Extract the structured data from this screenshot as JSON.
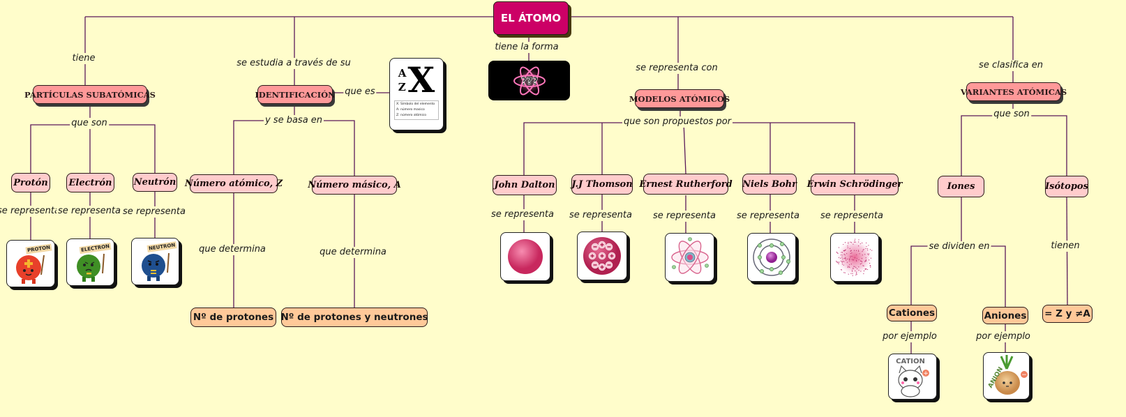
{
  "root": {
    "title": "EL ÁTOMO"
  },
  "link_labels": {
    "tiene": "tiene",
    "se_estudia": "se estudia a través de su",
    "tiene_la_forma": "tiene la forma",
    "se_representa_con": "se representa con",
    "se_clasifica_en": "se clasifica en",
    "que_son_particulas": "que son",
    "que_es": "que es",
    "y_se_basa_en": "y se basa en",
    "que_son_propuestos_por": "que son propuestos por",
    "que_son_variantes": "que son",
    "se_representa": "se representa",
    "que_determina": "que determina",
    "se_dividen_en": "se  dividen en",
    "tienen": "tienen",
    "por_ejemplo": "por ejemplo"
  },
  "atom_form_image": {
    "icon": "glowing-atom-icon",
    "text": "???"
  },
  "particles": {
    "title": "PARTÍCULAS SUBATÓMICAS",
    "items": [
      {
        "label": "Protón",
        "sticker": "PROTON",
        "icon": "proton-mascot-icon",
        "color": "#e8402a",
        "sign": "+"
      },
      {
        "label": "Electrón",
        "sticker": "ELECTRON",
        "icon": "electron-mascot-icon",
        "color": "#3f8f25",
        "sign": "−"
      },
      {
        "label": "Neutrón",
        "sticker": "NEUTRON",
        "icon": "neutron-mascot-icon",
        "color": "#1f4f8f",
        "sign": "="
      }
    ]
  },
  "identification": {
    "title": "IDENTIFICACIÓN",
    "notation": {
      "A": "A",
      "Z": "Z",
      "X": "X",
      "legend": [
        "X: Símbolo del elemento",
        "A: número masico",
        "Z: número atómico"
      ]
    },
    "bases": [
      {
        "label": "Número atómico, Z",
        "result": "Nº de protones"
      },
      {
        "label": "Número másico, A",
        "result": "Nº de protones y neutrones"
      }
    ]
  },
  "models": {
    "title": "MODELOS ATÓMICOS",
    "scientists": [
      {
        "label": "John Dalton",
        "icon": "solid-sphere-model-icon"
      },
      {
        "label": "J.J Thomson",
        "icon": "plum-pudding-model-icon"
      },
      {
        "label": "Ernest Rutherford",
        "icon": "nuclear-orbit-model-icon"
      },
      {
        "label": "Niels Bohr",
        "icon": "bohr-shell-model-icon"
      },
      {
        "label": "Erwin Schrödinger",
        "icon": "electron-cloud-model-icon"
      }
    ]
  },
  "variants": {
    "title": "VARIANTES ATÓMICAS",
    "ions": {
      "label": "Iones",
      "types": [
        {
          "label": "Cationes",
          "example_text": "CATION",
          "icon": "cation-cat-icon",
          "sign": "+"
        },
        {
          "label": "Aniones",
          "example_text": "ANION",
          "icon": "anion-onion-icon",
          "sign": "−"
        }
      ]
    },
    "isotopes": {
      "label": "Isótopos",
      "property": "= Z y ≠A"
    }
  },
  "colors": {
    "background": "#fffdcb",
    "root": "#cc0066",
    "category": "#ff9999",
    "subnode": "#ffcccc",
    "result": "#ffc999",
    "line": "#5a1a5a"
  }
}
